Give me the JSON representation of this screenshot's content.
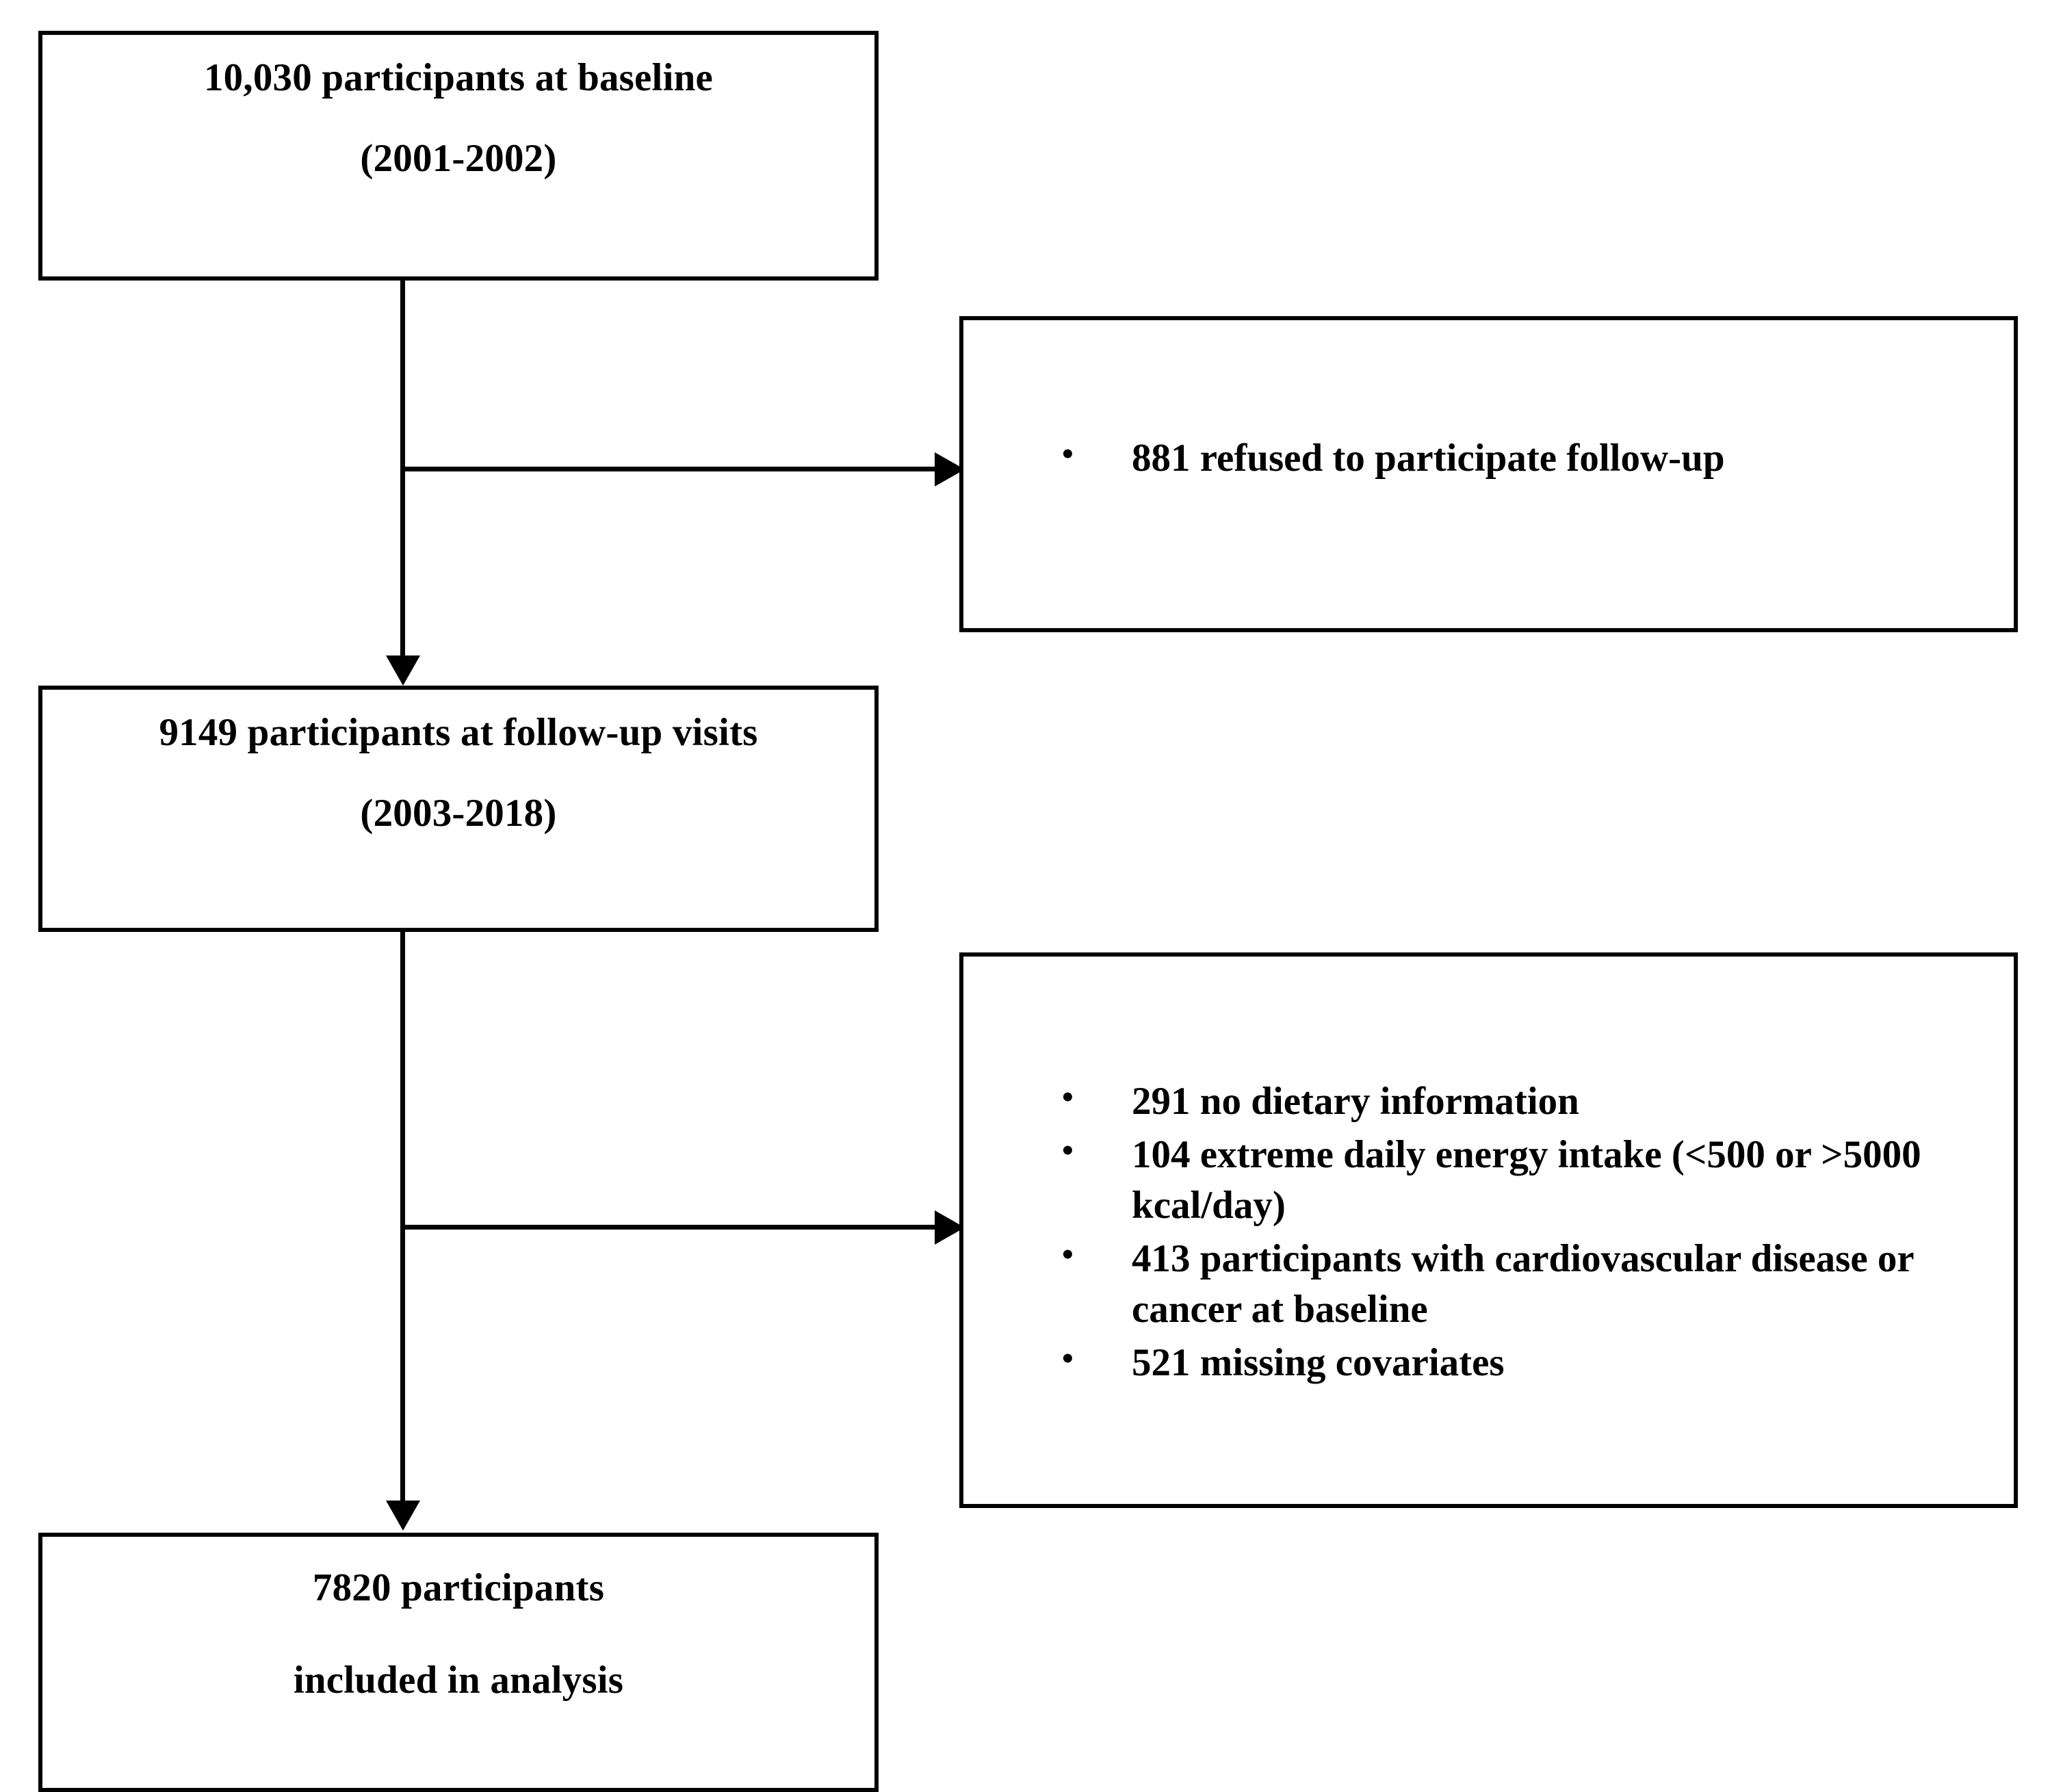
{
  "diagram": {
    "type": "participant-flow-diagram",
    "title": "Study participant flow",
    "line_color": "#000000",
    "background_color": "#ffffff",
    "text_color": "#000000",
    "bullet_glyph": "•"
  },
  "boxes": {
    "baseline": {
      "line1": "10,030 participants at baseline",
      "line2": "(2001-2002)"
    },
    "followup": {
      "line1": "9149 participants at follow-up visits",
      "line2": "(2003-2018)"
    },
    "analysis": {
      "line1": "7820 participants",
      "line2": "included in analysis"
    },
    "exclusion_1": {
      "items": [
        "881 refused to participate follow-up"
      ]
    },
    "exclusion_2": {
      "items": [
        "291 no dietary information",
        "104 extreme daily energy intake (<500 or >5000 kcal/day)",
        "413 participants with cardiovascular disease or cancer at baseline",
        "521 missing covariates"
      ]
    }
  }
}
